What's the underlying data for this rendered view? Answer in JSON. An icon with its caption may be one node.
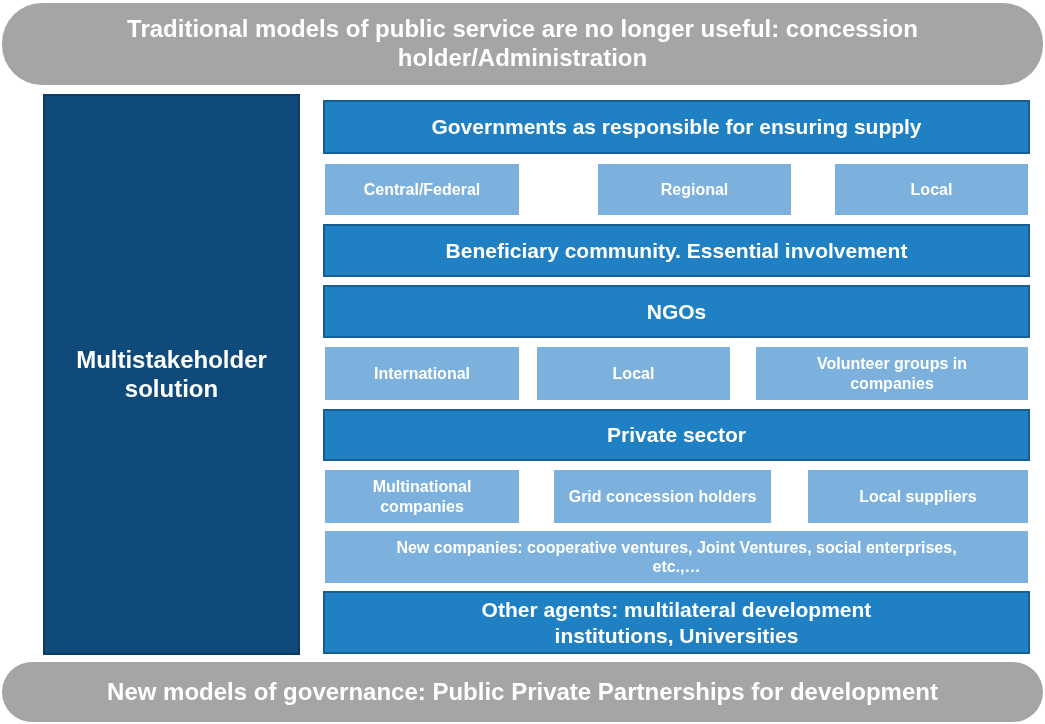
{
  "diagram": {
    "nodes": [
      {
        "text": [
          "Traditional models of public service are no longer useful: concession holder/Administration"
        ]
      },
      {
        "text": [
          "Multistakeholder solution"
        ]
      },
      {
        "text": [
          "Governments as responsible for ensuring supply"
        ]
      },
      {
        "text": [
          "Central/Federal"
        ]
      },
      {
        "text": [
          "Regional"
        ]
      },
      {
        "text": [
          "Local"
        ]
      },
      {
        "text": [
          "Beneficiary community.  Essential involvement"
        ]
      },
      {
        "text": [
          "NGOs"
        ]
      },
      {
        "text": [
          "International"
        ]
      },
      {
        "text": [
          "Local"
        ]
      },
      {
        "text": [
          "Volunteer groups in companies"
        ]
      },
      {
        "text": [
          "Private sector"
        ]
      },
      {
        "text": [
          "Multinational companies"
        ]
      },
      {
        "text": [
          "Grid concession holders"
        ]
      },
      {
        "text": [
          "Local suppliers"
        ]
      },
      {
        "text": [
          "New companies: cooperative ventures, Joint Ventures,  social enterprises, etc.,…"
        ]
      },
      {
        "text": [
          "Other agents: multilateral development institutions, Universities"
        ]
      },
      {
        "text": [
          "New models of governance: Public Private Partnerships for development"
        ]
      }
    ]
  }
}
